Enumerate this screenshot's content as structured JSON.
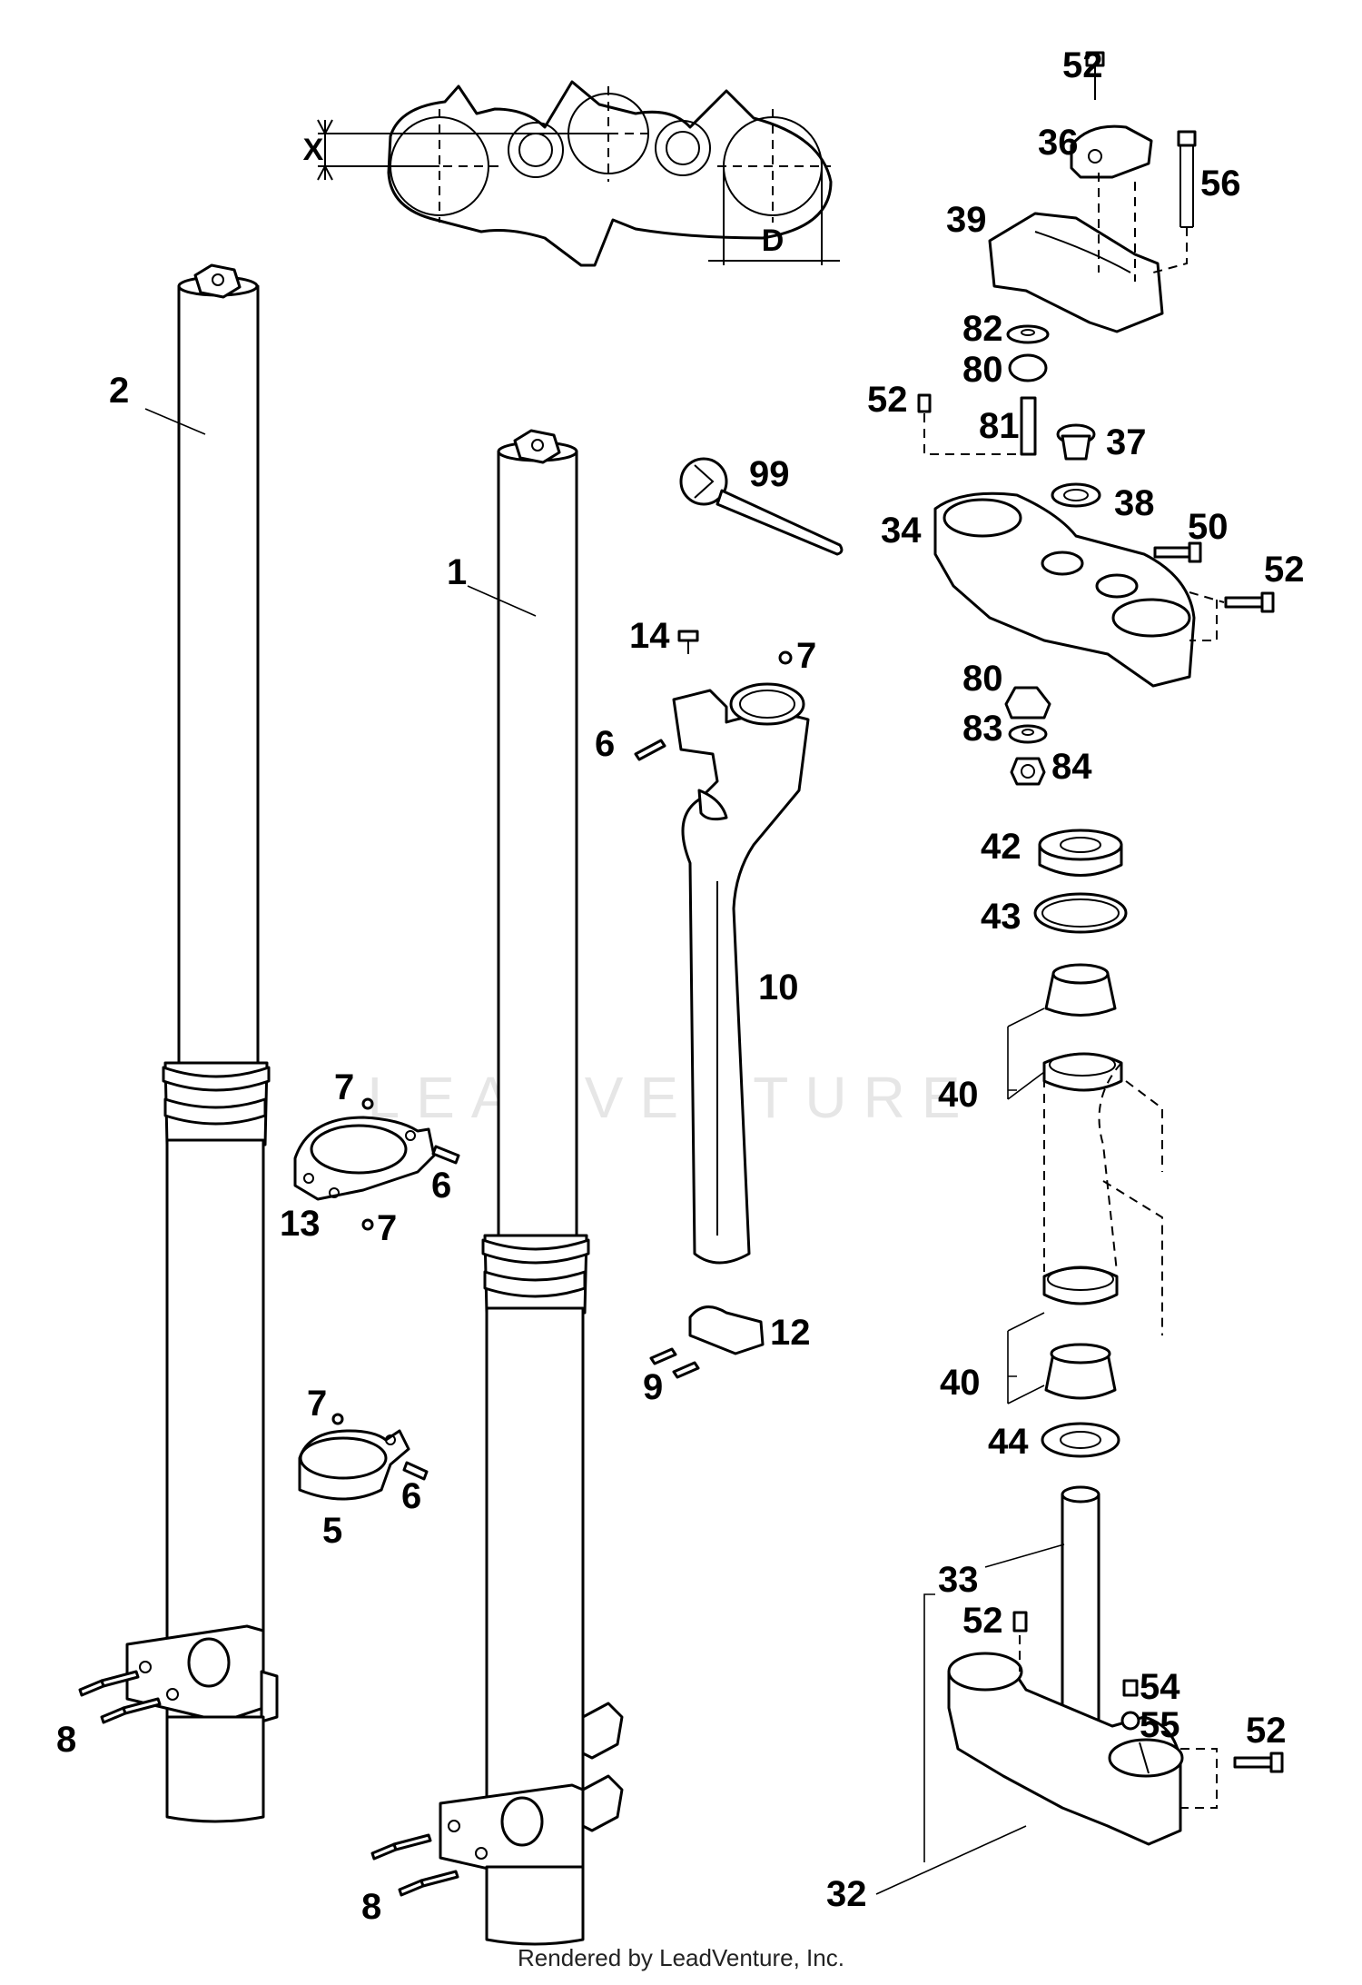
{
  "diagram": {
    "dimension_labels": {
      "x": "X",
      "d": "D"
    },
    "callouts": [
      {
        "id": "c-52a",
        "text": "52"
      },
      {
        "id": "c-36",
        "text": "36"
      },
      {
        "id": "c-56",
        "text": "56"
      },
      {
        "id": "c-39",
        "text": "39"
      },
      {
        "id": "c-82",
        "text": "82"
      },
      {
        "id": "c-80a",
        "text": "80"
      },
      {
        "id": "c-52b",
        "text": "52"
      },
      {
        "id": "c-81",
        "text": "81"
      },
      {
        "id": "c-37",
        "text": "37"
      },
      {
        "id": "c-38",
        "text": "38"
      },
      {
        "id": "c-34",
        "text": "34"
      },
      {
        "id": "c-50",
        "text": "50"
      },
      {
        "id": "c-52c",
        "text": "52"
      },
      {
        "id": "c-80b",
        "text": "80"
      },
      {
        "id": "c-83",
        "text": "83"
      },
      {
        "id": "c-84",
        "text": "84"
      },
      {
        "id": "c-42",
        "text": "42"
      },
      {
        "id": "c-43",
        "text": "43"
      },
      {
        "id": "c-40a",
        "text": "40"
      },
      {
        "id": "c-40b",
        "text": "40"
      },
      {
        "id": "c-44",
        "text": "44"
      },
      {
        "id": "c-33",
        "text": "33"
      },
      {
        "id": "c-52d",
        "text": "52"
      },
      {
        "id": "c-54",
        "text": "54"
      },
      {
        "id": "c-55",
        "text": "55"
      },
      {
        "id": "c-52e",
        "text": "52"
      },
      {
        "id": "c-32",
        "text": "32"
      },
      {
        "id": "c-2",
        "text": "2"
      },
      {
        "id": "c-1",
        "text": "1"
      },
      {
        "id": "c-99",
        "text": "99"
      },
      {
        "id": "c-14",
        "text": "14"
      },
      {
        "id": "c-7a",
        "text": "7"
      },
      {
        "id": "c-6a",
        "text": "6"
      },
      {
        "id": "c-10",
        "text": "10"
      },
      {
        "id": "c-7b",
        "text": "7"
      },
      {
        "id": "c-6b",
        "text": "6"
      },
      {
        "id": "c-13",
        "text": "13"
      },
      {
        "id": "c-7c",
        "text": "7"
      },
      {
        "id": "c-12",
        "text": "12"
      },
      {
        "id": "c-9",
        "text": "9"
      },
      {
        "id": "c-7d",
        "text": "7"
      },
      {
        "id": "c-6c",
        "text": "6"
      },
      {
        "id": "c-5",
        "text": "5"
      },
      {
        "id": "c-8a",
        "text": "8"
      },
      {
        "id": "c-8b",
        "text": "8"
      }
    ]
  },
  "watermark": "LEADVENTURE",
  "footer": "Rendered by LeadVenture, Inc."
}
